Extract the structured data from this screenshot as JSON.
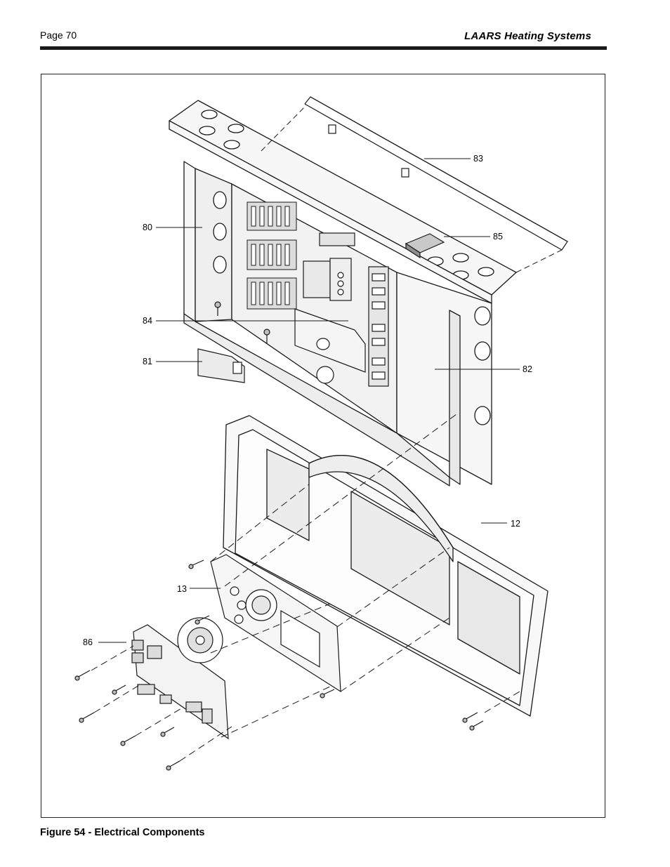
{
  "header": {
    "page_label": "Page 70",
    "brand": "LAARS Heating Systems"
  },
  "figure": {
    "caption": "Figure 54 - Electrical Components",
    "callouts": [
      "83",
      "80",
      "85",
      "84",
      "81",
      "82",
      "12",
      "13",
      "86"
    ]
  },
  "colors": {
    "ink": "#1a1a1a",
    "part_fill": "#f4f4f4",
    "shade": "#bdbdbd"
  }
}
